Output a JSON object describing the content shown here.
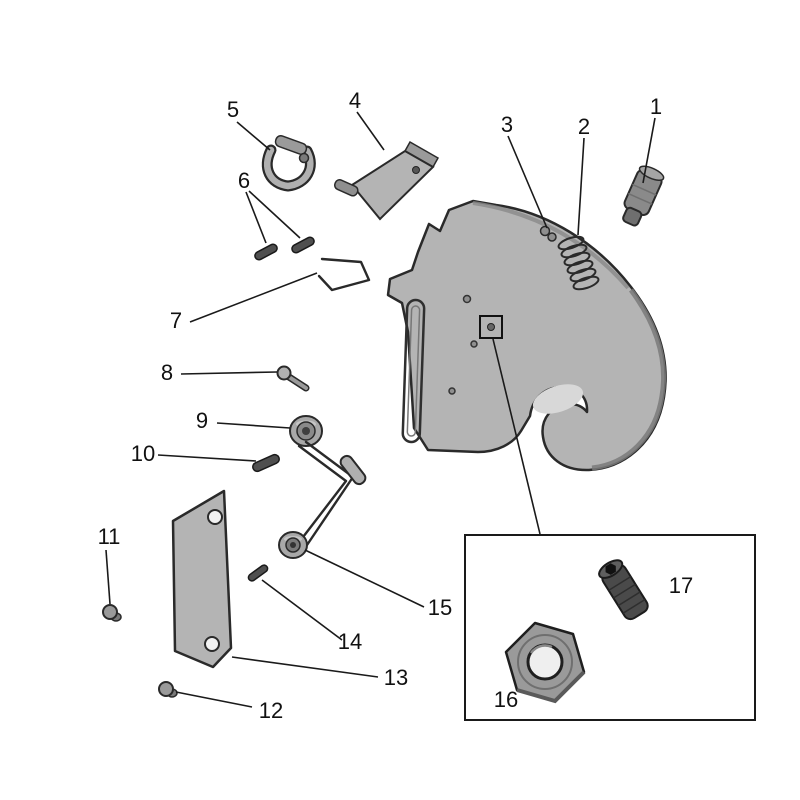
{
  "diagram": {
    "type": "exploded-parts-diagram",
    "labels": [
      "1",
      "2",
      "3",
      "4",
      "5",
      "6",
      "7",
      "8",
      "9",
      "10",
      "11",
      "12",
      "13",
      "14",
      "15",
      "16",
      "17"
    ],
    "colors": {
      "line": "#1a1a1a",
      "body_gray": "#b4b4b4",
      "mid_gray": "#9a9a9a",
      "dark_gray": "#4a4a4a",
      "light_gray": "#d8d8d8",
      "background": "#ffffff"
    },
    "inset": {
      "contains": [
        "16",
        "17"
      ]
    }
  }
}
